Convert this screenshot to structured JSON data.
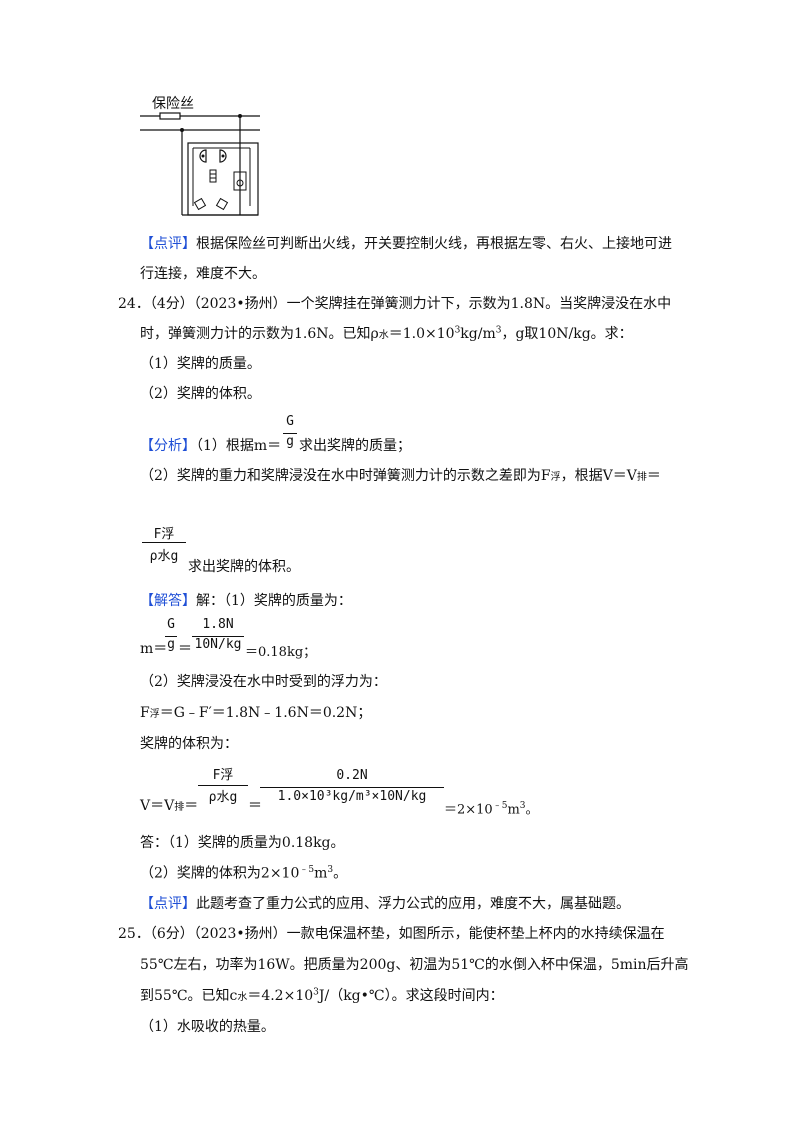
{
  "circuit": {
    "fuse_label": "保险丝"
  },
  "review1": {
    "tag": "【点评】",
    "line1": "根据保险丝可判断出火线，开关要控制火线，再根据左零、右火、上接地可进",
    "line2": "行连接，难度不大。"
  },
  "q24": {
    "line1": "24．（4分）（2023•扬州）一个奖牌挂在弹簧测力计下，示数为1.8N。当奖牌浸没在水中",
    "line2_a": "时，弹簧测力计的示数为1.6N。已知ρ",
    "line2_sub": "水",
    "line2_b": "＝1.0×10",
    "line2_sup": "3",
    "line2_c": "kg/m",
    "line2_sup2": "3",
    "line2_d": "，g取10N/kg。求：",
    "part1": "（1）奖牌的质量。",
    "part2": "（2）奖牌的体积。"
  },
  "analysis": {
    "tag": "【分析】",
    "l1_a": "（1）根据m＝",
    "l1_num": "G",
    "l1_den": "g",
    "l1_b": "求出奖牌的质量；",
    "l2_a": "（2）奖牌的重力和奖牌浸没在水中时弹簧测力计的示数之差即为F",
    "l2_sub": "浮",
    "l2_b": "，根据V＝V",
    "l2_sub2": "排",
    "l2_c": "＝",
    "l3_num": "F浮",
    "l3_den": "ρ水g",
    "l3_b": "求出奖牌的体积。"
  },
  "answer": {
    "tag": "【解答】",
    "l1": "解：（1）奖牌的质量为：",
    "m_prefix": "m＝",
    "m_num1": "G",
    "m_den1": "g",
    "m_eq": "＝",
    "m_num2": "1.8N",
    "m_den2": "10N/kg",
    "m_result": "＝0.18kg；",
    "l3": "（2）奖牌浸没在水中时受到的浮力为：",
    "f_a": "F",
    "f_sub": "浮",
    "f_b": "＝G﹣F′＝1.8N﹣1.6N＝0.2N；",
    "l5": "奖牌的体积为：",
    "v_a": "V＝V",
    "v_sub": "排",
    "v_eq": "＝",
    "v_num1": "F浮",
    "v_den1": "ρ水g",
    "v_eq2": "＝",
    "v_num2": "0.2N",
    "v_den2": "1.0×10³kg/m³×10N/kg",
    "v_result_a": "＝2×10",
    "v_result_sup": "﹣5",
    "v_result_b": "m",
    "v_result_sup2": "3",
    "v_result_c": "。",
    "ans1": "答：（1）奖牌的质量为0.18kg。",
    "ans2_a": "（2）奖牌的体积为2×10",
    "ans2_sup": "﹣5",
    "ans2_b": "m",
    "ans2_sup2": "3",
    "ans2_c": "。"
  },
  "review2": {
    "tag": "【点评】",
    "text": "此题考查了重力公式的应用、浮力公式的应用，难度不大，属基础题。"
  },
  "q25": {
    "line1": "25．（6分）（2023•扬州）一款电保温杯垫，如图所示，能使杯垫上杯内的水持续保温在",
    "line2": "55℃左右，功率为16W。把质量为200g、初温为51℃的水倒入杯中保温，5min后升高",
    "line3_a": "到55℃。已知c",
    "line3_sub": "水",
    "line3_b": "＝4.2×10",
    "line3_sup": "3",
    "line3_c": "J/（kg•℃）。求这段时间内：",
    "part1": "（1）水吸收的热量。"
  }
}
